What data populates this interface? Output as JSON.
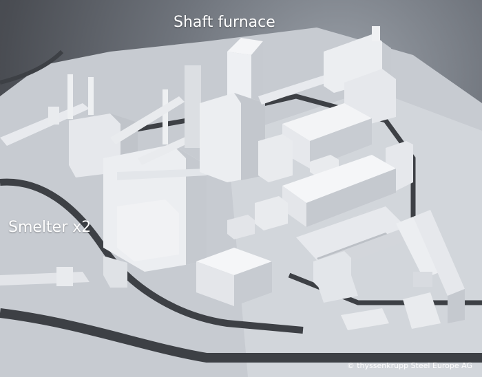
{
  "labels": {
    "shaft_furnace": "Shaft furnace",
    "smelter": "Smelter x2"
  },
  "credit": {
    "copyright": "© thyssenkrupp Steel Europe AG"
  },
  "colors": {
    "background_dark": "#2c2d30",
    "ground_light": "#cfd3d8",
    "road_dark": "#3b3d42",
    "building_light": "#eceef1",
    "building_shade": "#b9bdc3",
    "label_text": "#ffffff"
  }
}
